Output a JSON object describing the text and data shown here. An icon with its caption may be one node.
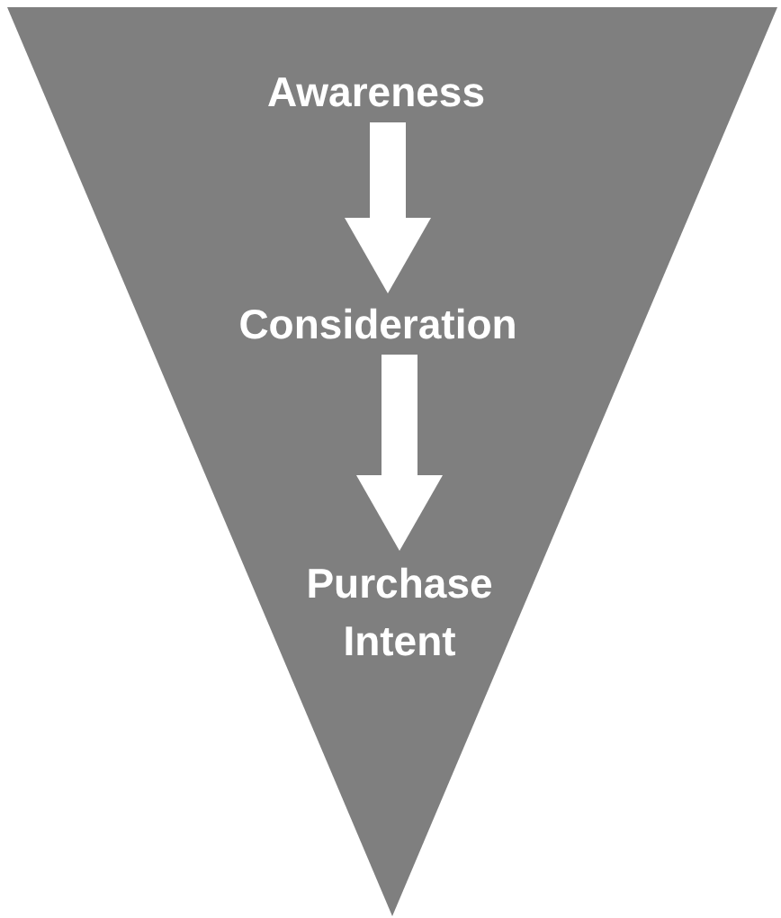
{
  "diagram": {
    "nodes": [
      {
        "text": [],
        "shape": "triangle"
      },
      {
        "text": [
          "Awareness"
        ],
        "in": 0
      },
      {
        "text": [
          "Consideration"
        ],
        "in": 0
      },
      {
        "text": [
          "Purchase Intent"
        ],
        "in": 0
      }
    ],
    "edges": [
      {
        "from": 1,
        "to": 2,
        "arrow": "to"
      },
      {
        "from": 2,
        "to": 3,
        "arrow": "to"
      }
    ]
  }
}
